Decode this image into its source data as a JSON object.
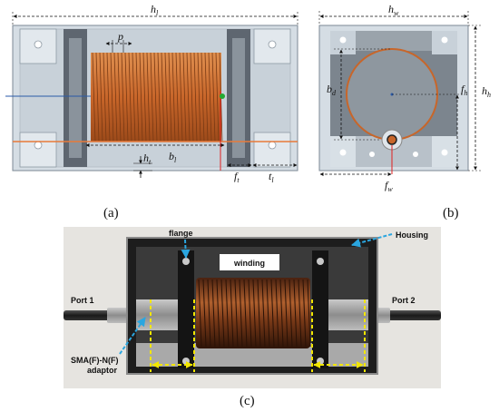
{
  "panel_a": {
    "caption": "(a)",
    "dims": {
      "hl": {
        "base": "h",
        "sub": "l"
      },
      "p": {
        "base": "p",
        "sub": ""
      },
      "bl": {
        "base": "b",
        "sub": "l"
      },
      "ht": {
        "base": "h",
        "sub": "t"
      },
      "ft": {
        "base": "f",
        "sub": "t"
      },
      "tl": {
        "base": "t",
        "sub": "l"
      }
    }
  },
  "panel_b": {
    "caption": "(b)",
    "dims": {
      "hw": {
        "base": "h",
        "sub": "w"
      },
      "hh": {
        "base": "h",
        "sub": "h"
      },
      "bd": {
        "base": "b",
        "sub": "d"
      },
      "fh": {
        "base": "f",
        "sub": "h"
      },
      "fw": {
        "base": "f",
        "sub": "w"
      }
    }
  },
  "panel_c": {
    "caption": "(c)",
    "labels": {
      "flange": "flange",
      "housing": "Housing",
      "winding": "winding",
      "port1": "Port 1",
      "port2": "Port 2",
      "adaptor_line1": "SMA(F)-N(F)",
      "adaptor_line2": "adaptor"
    }
  },
  "colors": {
    "copper": "#c8662a",
    "housing_light": "#d5dde4",
    "housing_dark": "#5e6670",
    "dim_line": "#111111",
    "arrow_blue": "#2aa6e0",
    "arrow_yellow": "#f2e600"
  }
}
